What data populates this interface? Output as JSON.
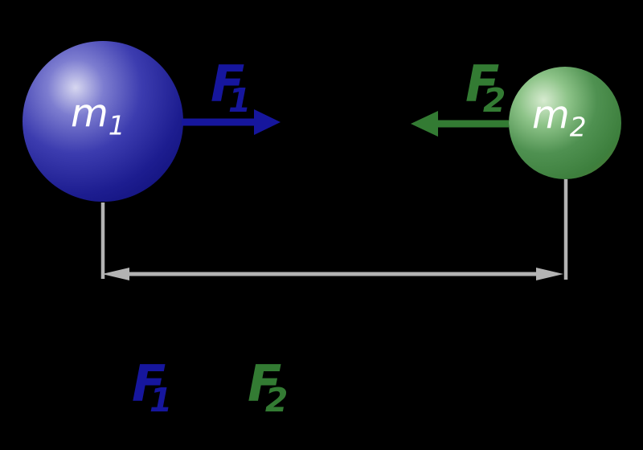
{
  "colors": {
    "background": "#000000",
    "navy": "#16169D",
    "green": "#337B33",
    "gray": "#B3B3B3",
    "white": "#FFFFFF",
    "sphere1_highlight": "#D7D7F0",
    "sphere1_light": "#7D7DD0",
    "sphere1_mid": "#3C3CAF",
    "sphere1_deep": "#1D1D90",
    "sphere1_edge": "#0E0E76",
    "sphere2_highlight": "#D7EBD0",
    "sphere2_light": "#8EC489",
    "sphere2_mid": "#4F9151",
    "sphere2_deep": "#3D7F3D",
    "sphere2_edge": "#597428"
  },
  "bodies": {
    "mass1": {
      "symbol": "m",
      "subscript": "1"
    },
    "mass2": {
      "symbol": "m",
      "subscript": "2"
    }
  },
  "forces": {
    "force1": {
      "symbol": "F",
      "subscript": "1"
    },
    "force2": {
      "symbol": "F",
      "subscript": "2"
    }
  },
  "legend": {
    "force1": {
      "symbol": "F",
      "subscript": "1"
    },
    "force2": {
      "symbol": "F",
      "subscript": "2"
    }
  }
}
